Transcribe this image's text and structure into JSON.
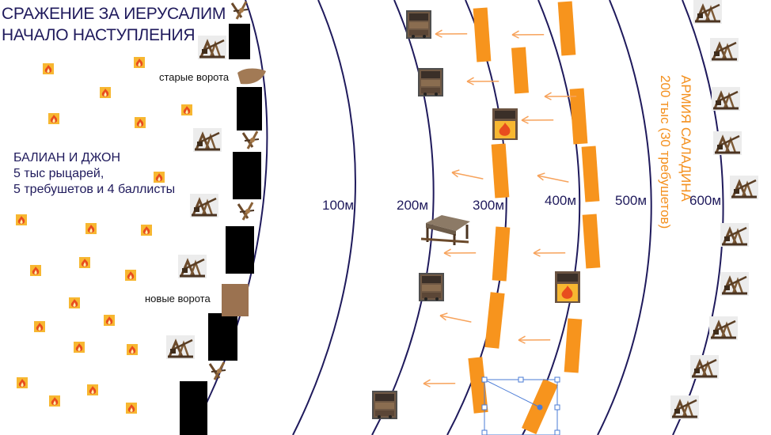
{
  "title": {
    "line1": "СРАЖЕНИЕ ЗА ИЕРУСАЛИМ",
    "line2": "НАЧАЛО НАСТУПЛЕНИЯ"
  },
  "gates": {
    "old": "старые ворота",
    "new": "новые ворота"
  },
  "defenders": {
    "line1": "БАЛИАН И ДЖОН",
    "line2": "5 тыс рыцарей,",
    "line3": "5 требушетов и 4 баллисты"
  },
  "attackers": {
    "line1": "АРМИЯ САЛАДИНА",
    "line2": "200 тыс (30 требушетов)"
  },
  "distances": [
    "100м",
    "200м",
    "300м",
    "400м",
    "500м",
    "600м"
  ],
  "colors": {
    "range_line": "#1f1a5c",
    "troop_block": "#f7941d",
    "arrow": "#f7a35c",
    "wall": "#000000",
    "gate": "#9b7250",
    "selection": "#4a7bd6"
  },
  "icons": {
    "defender_fire": "fire-icon",
    "siege_tower": "siege-tower-icon",
    "trebuchet": "trebuchet-icon",
    "ballista": "ballista-icon",
    "battering_ram": "battering-ram-icon"
  }
}
